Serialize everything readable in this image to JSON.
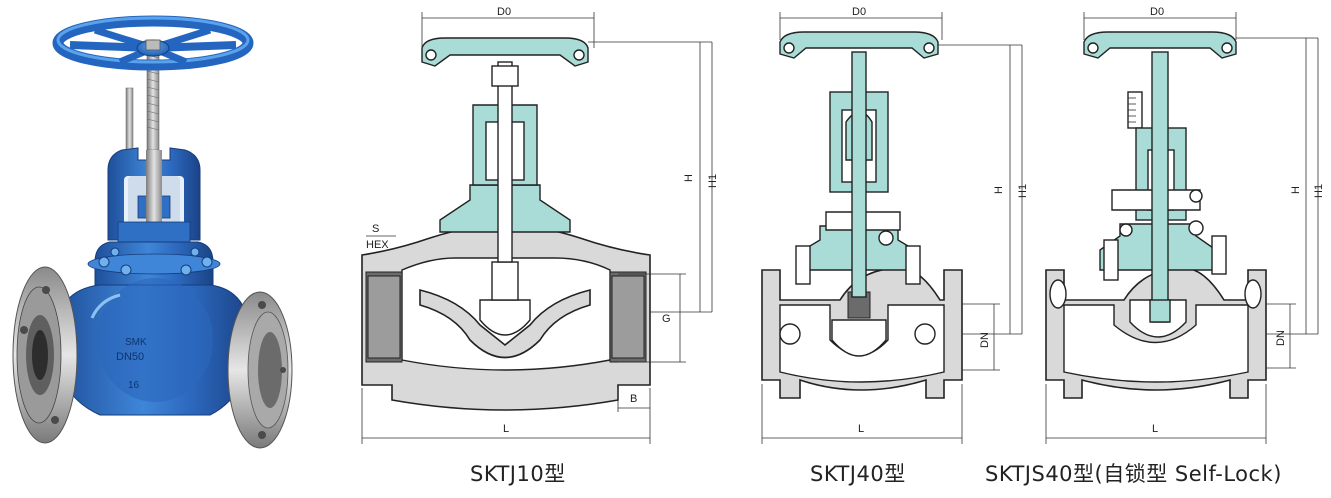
{
  "product_photo": {
    "casting_marks": [
      "SMK",
      "DN50",
      "16"
    ],
    "colors": {
      "body": "#2f6fc4",
      "flange": "#a7a7a7",
      "highlight": "#6fb0ee"
    }
  },
  "drawings": [
    {
      "caption": "SKTJ10型",
      "dims": {
        "top": "D0",
        "height": "H",
        "height1": "H1",
        "hex_top": "S",
        "hex_bottom": "HEX",
        "thread": "G",
        "width": "B",
        "length": "L"
      }
    },
    {
      "caption": "SKTJ40型",
      "dims": {
        "top": "D0",
        "height": "H",
        "height1": "H1",
        "bore": "DN",
        "length": "L"
      }
    },
    {
      "caption": "SKTJS40型(自锁型 Self-Lock)",
      "dims": {
        "top": "D0",
        "height": "H",
        "height1": "H1",
        "bore": "DN",
        "length": "L"
      }
    }
  ],
  "colors": {
    "section_teal": "#a9dcd6",
    "section_gray": "#d9d9d9",
    "line": "#222222"
  }
}
